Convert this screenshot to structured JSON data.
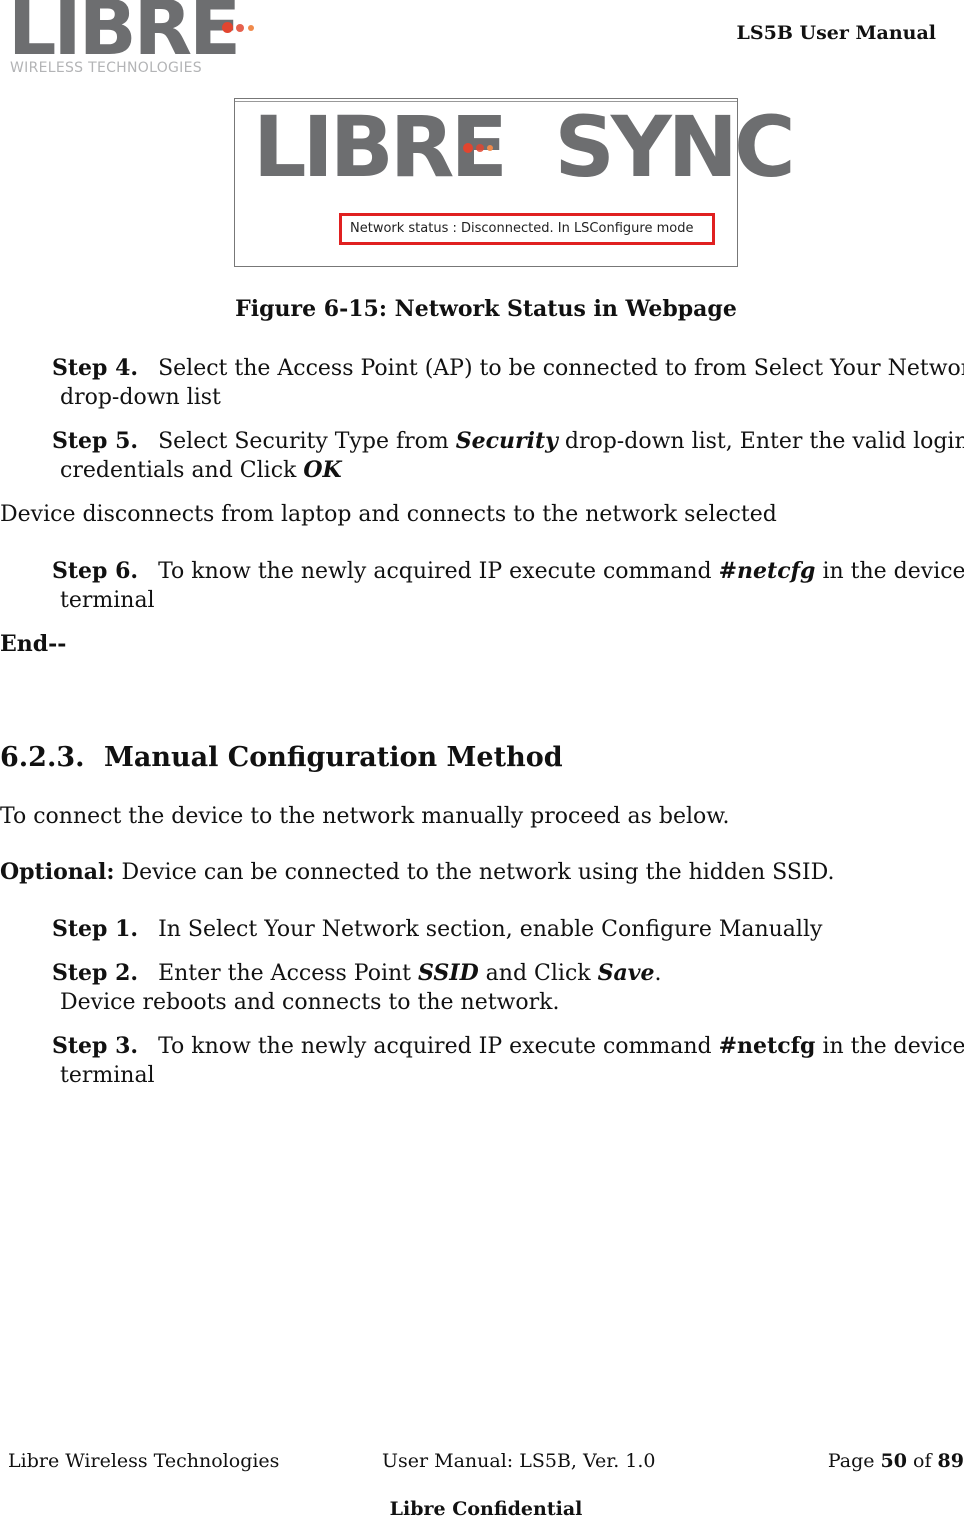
{
  "header": {
    "brand_wordmark": "LIBRE",
    "brand_subtitle": "WIRELESS TECHNOLOGIES",
    "manual_title": "LS5B User Manual",
    "brand_color": "#e2452f"
  },
  "figure": {
    "logo_text": "LIBRE SYNC",
    "status_text": "Network status : Disconnected. In LSConfigure mode",
    "caption": "Figure 6-15: Network  Status in Webpage",
    "highlight_color": "#e02020"
  },
  "steps_a": [
    {
      "label": "Step 4.",
      "line1": "Select the Access Point (AP) to be connected to from Select Your Network",
      "line2": "drop-down list"
    },
    {
      "label": "Step 5.",
      "line1_pre": "Select Security Type from ",
      "line1_em": "Security",
      "line1_post": " drop-down list, Enter the valid login",
      "line2_pre": "credentials and Click ",
      "line2_em": "OK"
    }
  ],
  "para_disconnect": "Device disconnects from laptop and connects to the network selected",
  "step6": {
    "label": "Step 6.",
    "line1_pre": "To know the newly acquired IP execute command ",
    "line1_em": "#netcfg",
    "line1_post": " in the device",
    "line2": "terminal"
  },
  "end_text": "End--",
  "section": {
    "number": "6.2.3.",
    "title": "Manual Configuration Method"
  },
  "intro": "To connect the device to the network manually proceed as below.",
  "optional": {
    "label": "Optional:",
    "text": " Device can be connected to the network using the hidden SSID."
  },
  "steps_b": [
    {
      "label": "Step 1.",
      "text": "In Select Your Network section, enable Configure Manually"
    },
    {
      "label": "Step 2.",
      "line1_pre": "Enter the Access Point ",
      "line1_em1": "SSID",
      "line1_mid": " and Click ",
      "line1_em2": "Save",
      "line1_post": ".",
      "line2": "Device reboots and connects to the network."
    },
    {
      "label": "Step 3.",
      "line1_pre": "To know the newly acquired IP execute command ",
      "line1_em": "#netcfg",
      "line1_post": " in the device",
      "line2": "terminal"
    }
  ],
  "footer": {
    "company": "Libre Wireless Technologies",
    "manual": "User Manual: LS5B, Ver. 1.0",
    "page_word": "Page ",
    "page_num": "50",
    "page_of": " of ",
    "page_total": "89",
    "confidential": "Libre Confidential"
  }
}
